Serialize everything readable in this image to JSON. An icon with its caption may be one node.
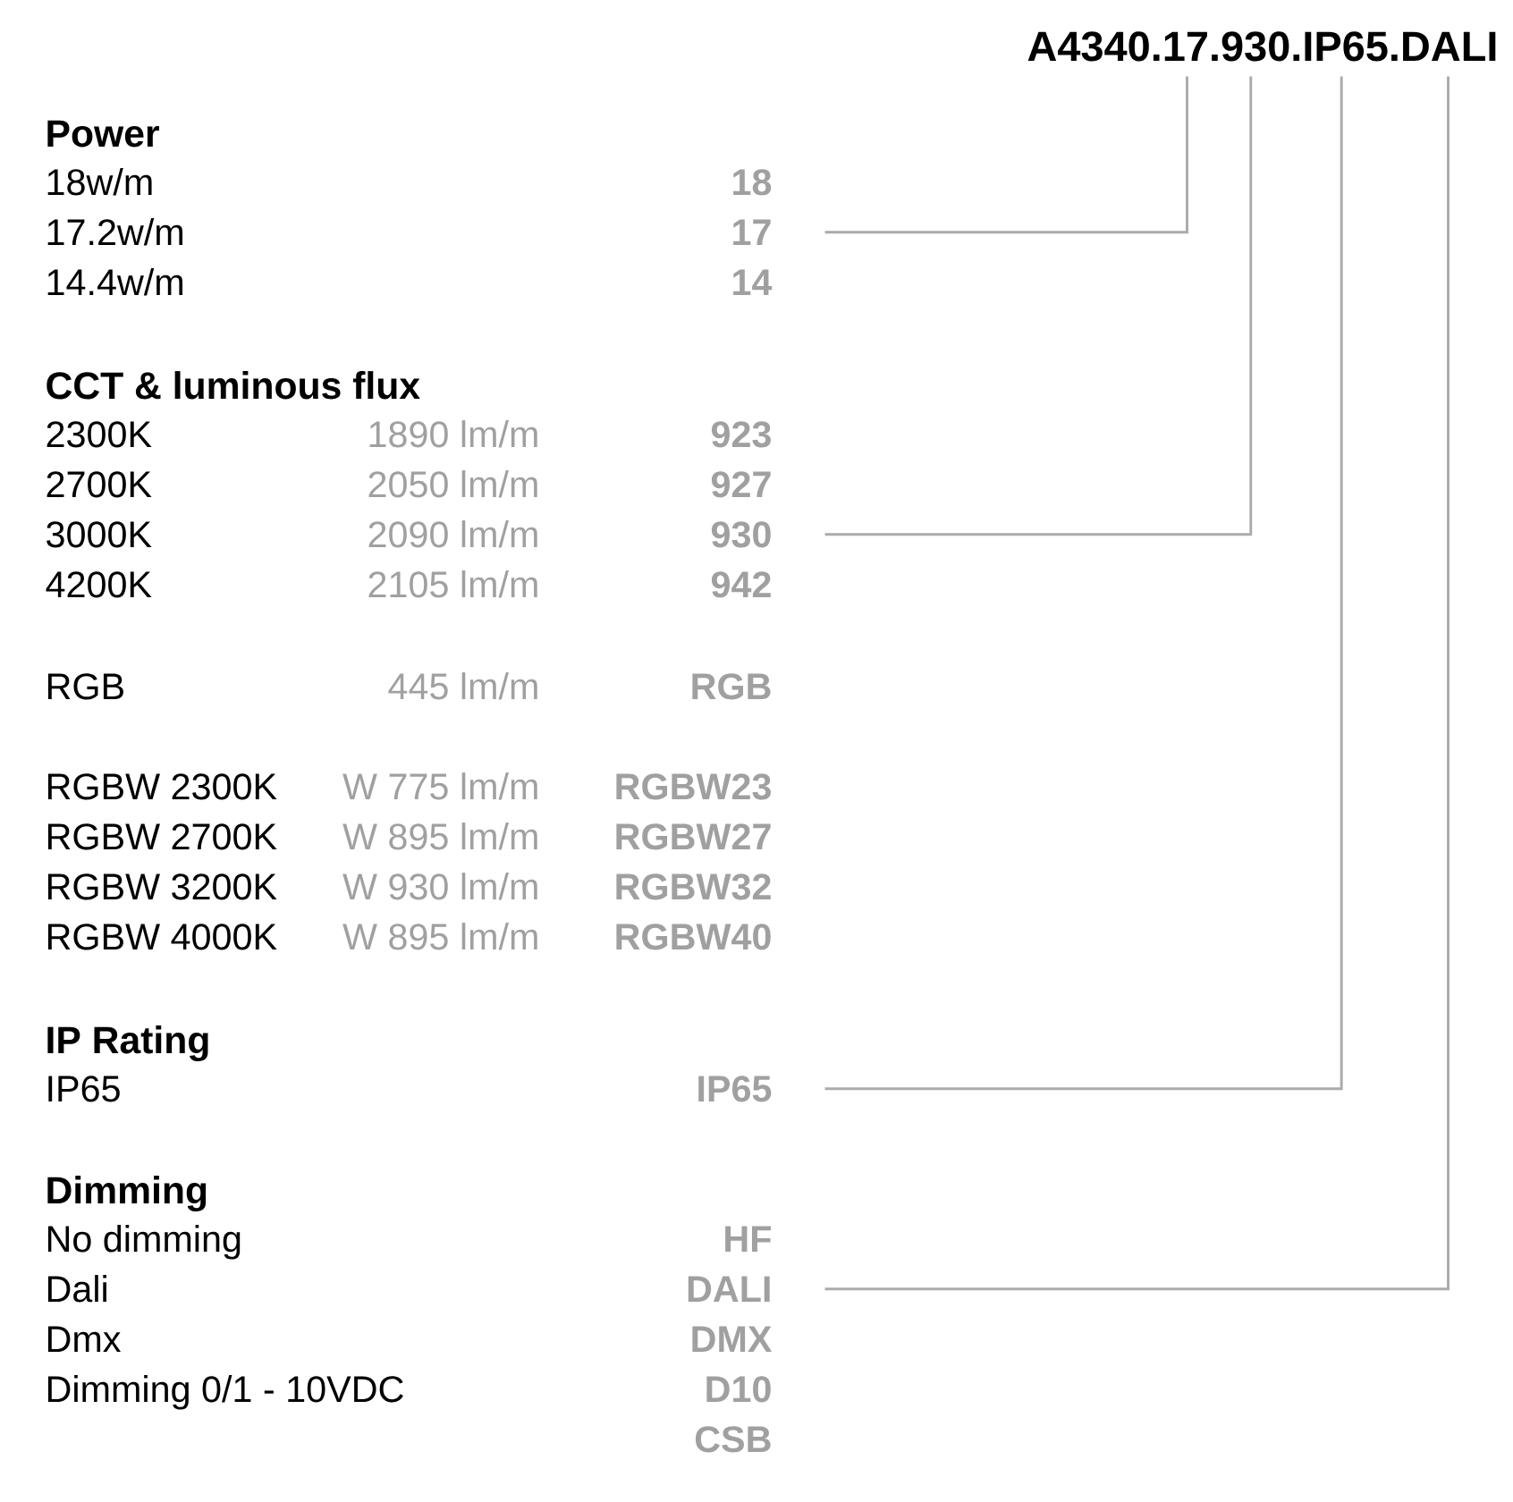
{
  "diagram": {
    "nodes": [
      {
        "text": [
          "A4340.17.930.IP65.DALI"
        ]
      },
      {
        "text": [
          "17"
        ]
      },
      {
        "text": [
          "930"
        ]
      },
      {
        "text": [
          "IP65"
        ]
      },
      {
        "text": [
          "DALI"
        ]
      }
    ],
    "edges": [
      {
        "from": 0,
        "to": 1,
        "arrow": "none"
      },
      {
        "from": 0,
        "to": 2,
        "arrow": "none"
      },
      {
        "from": 0,
        "to": 3,
        "arrow": "none"
      },
      {
        "from": 0,
        "to": 4,
        "arrow": "none"
      }
    ],
    "labels": [
      "Power",
      "18w/m",
      "18",
      "17.2w/m",
      "14.4w/m",
      "14",
      "CCT & luminous flux",
      "2300K",
      "1890 lm/m",
      "923",
      "2700K",
      "2050 lm/m",
      "927",
      "3000K",
      "2090 lm/m",
      "4200K",
      "2105 lm/m",
      "942",
      "RGB",
      "445 lm/m",
      "RGB",
      "RGBW 2300K",
      "W 775 lm/m",
      "RGBW23",
      "RGBW 2700K",
      "W 895 lm/m",
      "RGBW27",
      "RGBW 3200K",
      "W 930 lm/m",
      "RGBW32",
      "RGBW 4000K",
      "W 895 lm/m",
      "RGBW40",
      "IP Rating",
      "IP65",
      "Dimming",
      "No dimming",
      "HF",
      "Dali",
      "Dmx",
      "DMX",
      "Dimming 0/1 - 10VDC",
      "D10",
      "CSB"
    ]
  }
}
